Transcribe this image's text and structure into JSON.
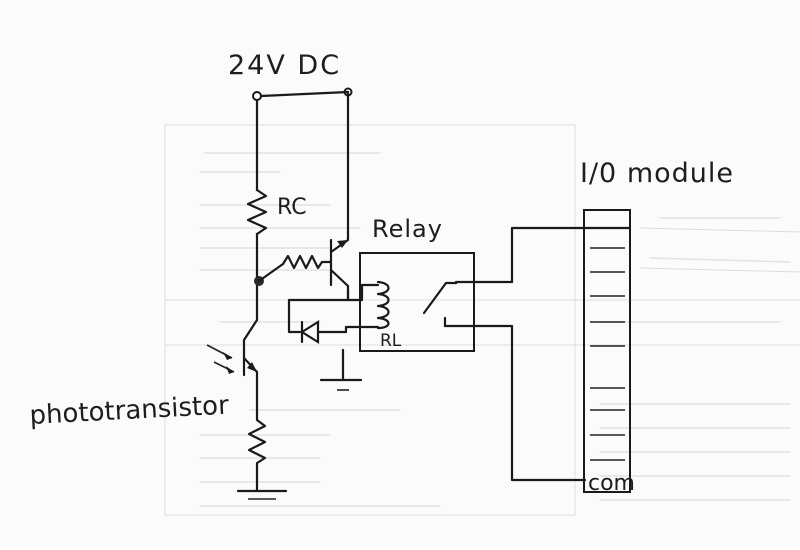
{
  "labels": {
    "supply": "24V DC",
    "rc": "RC",
    "relay": "Relay",
    "rl": "RL",
    "io_module": "I/0 module",
    "phototransistor": "phototransistor",
    "com": "com"
  }
}
